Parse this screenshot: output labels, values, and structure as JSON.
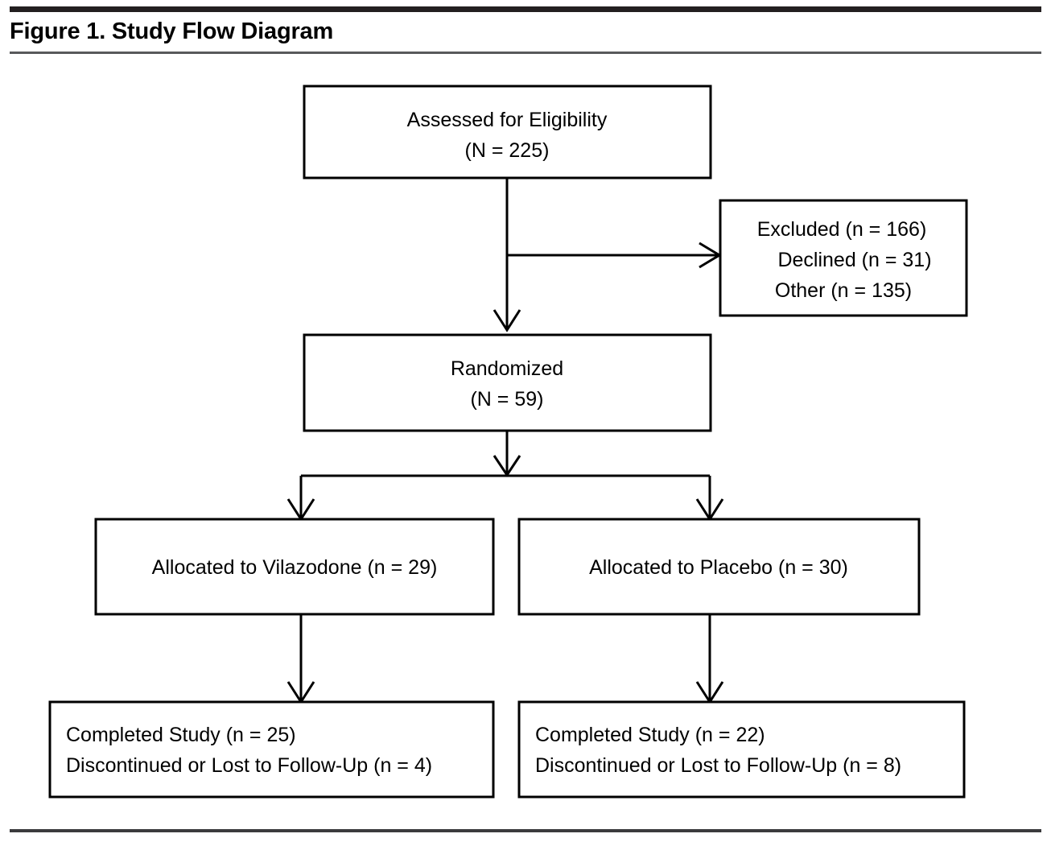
{
  "figure": {
    "title": "Figure 1. Study Flow Diagram",
    "colors": {
      "rule_top": "#231f20",
      "rule_title": "#58595b",
      "rule_bottom": "#3b3b3d",
      "box_stroke": "#000000",
      "box_fill": "#ffffff",
      "text": "#000000"
    }
  },
  "diagram": {
    "type": "flowchart",
    "nodes": [
      {
        "id": "assessed",
        "name": "assessed-for-eligibility-box",
        "align": "center",
        "lines": [
          "Assessed for Eligibility",
          "(N = 225)"
        ]
      },
      {
        "id": "excluded",
        "name": "excluded-box",
        "align": "center",
        "lines": [
          "Excluded (n = 166)",
          "Declined (n = 31)",
          "Other (n = 135)"
        ]
      },
      {
        "id": "randomized",
        "name": "randomized-box",
        "align": "center",
        "lines": [
          "Randomized",
          "(N = 59)"
        ]
      },
      {
        "id": "alloc_vilazodone",
        "name": "allocated-vilazodone-box",
        "align": "center",
        "lines": [
          "Allocated to Vilazodone (n = 29)"
        ]
      },
      {
        "id": "alloc_placebo",
        "name": "allocated-placebo-box",
        "align": "center",
        "lines": [
          "Allocated to Placebo (n = 30)"
        ]
      },
      {
        "id": "completed_vilazodone",
        "name": "completed-vilazodone-box",
        "align": "left",
        "lines": [
          "Completed Study (n = 25)",
          "Discontinued or Lost to Follow-Up (n = 4)"
        ]
      },
      {
        "id": "completed_placebo",
        "name": "completed-placebo-box",
        "align": "left",
        "lines": [
          "Completed Study (n = 22)",
          "Discontinued or Lost to Follow-Up (n = 8)"
        ]
      }
    ],
    "edges": [
      {
        "from": "assessed",
        "to": "excluded",
        "direction": "right"
      },
      {
        "from": "assessed",
        "to": "randomized",
        "direction": "down"
      },
      {
        "from": "randomized",
        "to": "alloc_vilazodone",
        "direction": "down"
      },
      {
        "from": "randomized",
        "to": "alloc_placebo",
        "direction": "down"
      },
      {
        "from": "alloc_vilazodone",
        "to": "completed_vilazodone",
        "direction": "down"
      },
      {
        "from": "alloc_placebo",
        "to": "completed_placebo",
        "direction": "down"
      }
    ],
    "counts": {
      "assessed_N": 225,
      "excluded_n": 166,
      "declined_n": 31,
      "other_n": 135,
      "randomized_N": 59,
      "vilazodone_allocated_n": 29,
      "placebo_allocated_n": 30,
      "vilazodone_completed_n": 25,
      "vilazodone_discontinued_n": 4,
      "placebo_completed_n": 22,
      "placebo_discontinued_n": 8
    }
  }
}
